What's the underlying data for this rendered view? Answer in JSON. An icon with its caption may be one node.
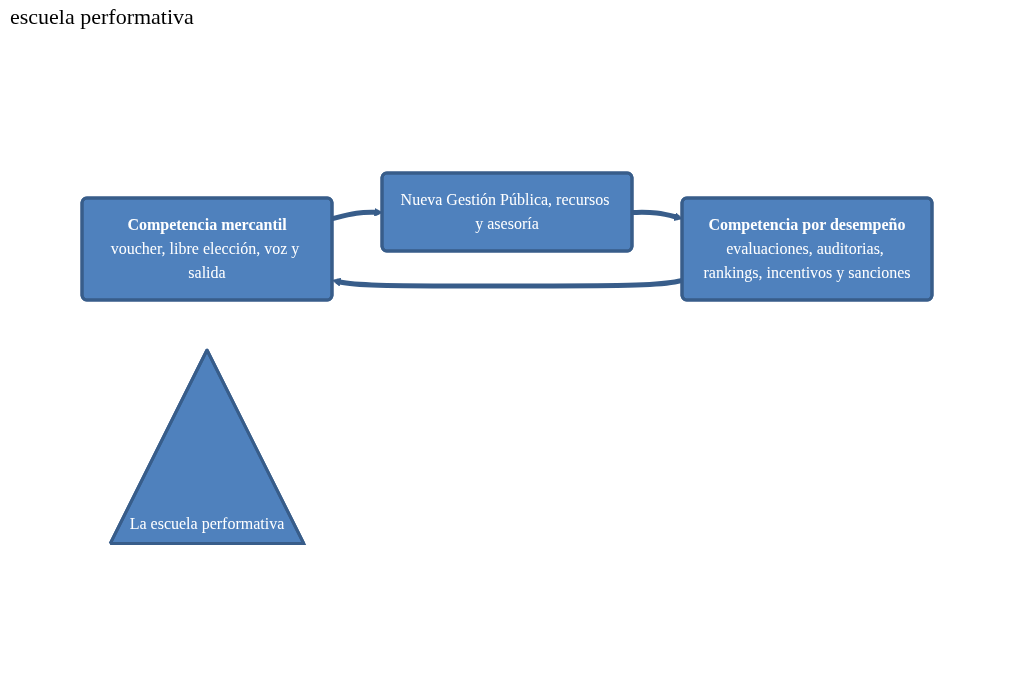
{
  "diagram": {
    "title": "escuela performativa",
    "nodes": [
      {
        "text": [
          "Competencia mercantil",
          "voucher, libre elección, voz y salida"
        ]
      },
      {
        "text": [
          "La escuela performativa"
        ]
      },
      {
        "text": [
          "Competencia por desempeño",
          "evaluaciones, auditorias, rankings, incentivos y sanciones"
        ]
      },
      {
        "text": [
          "Nueva Gestión Pública, recursos y asesoría"
        ]
      }
    ],
    "edges": [
      {
        "from": 0,
        "to": 3,
        "arrow": "to"
      },
      {
        "from": 3,
        "to": 2,
        "arrow": "to"
      },
      {
        "from": 2,
        "to": 0,
        "arrow": "to"
      }
    ]
  }
}
